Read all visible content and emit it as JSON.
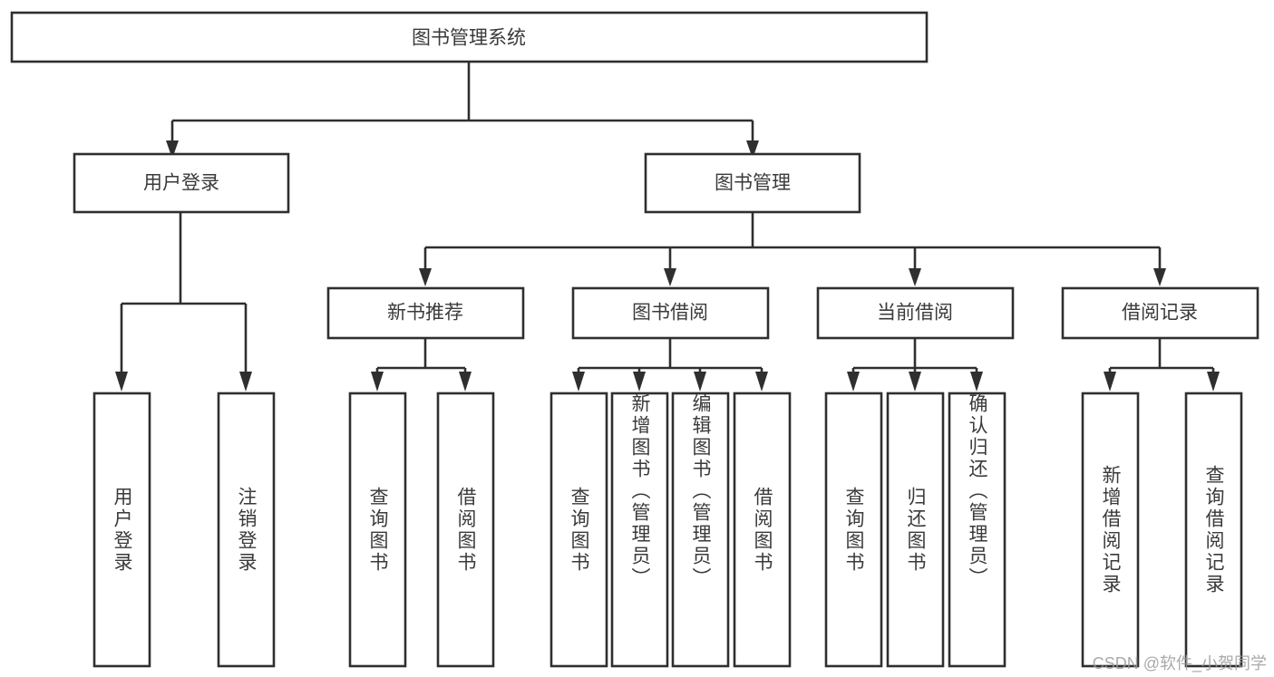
{
  "diagram": {
    "type": "tree",
    "title_node": {
      "label": "图书管理系统"
    },
    "level1": [
      {
        "id": "user-login",
        "label": "用户登录"
      },
      {
        "id": "book-manage",
        "label": "图书管理"
      }
    ],
    "level2": [
      {
        "id": "new-book-recommend",
        "label": "新书推荐",
        "parent": "book-manage"
      },
      {
        "id": "book-borrow",
        "label": "图书借阅",
        "parent": "book-manage"
      },
      {
        "id": "current-borrow",
        "label": "当前借阅",
        "parent": "book-manage"
      },
      {
        "id": "borrow-record",
        "label": "借阅记录",
        "parent": "book-manage"
      }
    ],
    "leaves": [
      {
        "id": "leaf-user-login",
        "label": "用户登录",
        "parent": "user-login"
      },
      {
        "id": "leaf-user-logout",
        "label": "注销登录",
        "parent": "user-login"
      },
      {
        "id": "leaf-query-book-1",
        "label": "查询图书",
        "parent": "new-book-recommend"
      },
      {
        "id": "leaf-borrow-book-1",
        "label": "借阅图书",
        "parent": "new-book-recommend"
      },
      {
        "id": "leaf-query-book-2",
        "label": "查询图书",
        "parent": "book-borrow"
      },
      {
        "id": "leaf-add-book",
        "label": "新增图书（管理员）",
        "parent": "book-borrow"
      },
      {
        "id": "leaf-edit-book",
        "label": "编辑图书（管理员）",
        "parent": "book-borrow"
      },
      {
        "id": "leaf-borrow-book-2",
        "label": "借阅图书",
        "parent": "book-borrow"
      },
      {
        "id": "leaf-query-book-3",
        "label": "查询图书",
        "parent": "current-borrow"
      },
      {
        "id": "leaf-return-book",
        "label": "归还图书",
        "parent": "current-borrow"
      },
      {
        "id": "leaf-confirm-return",
        "label": "确认归还（管理员）",
        "parent": "current-borrow"
      },
      {
        "id": "leaf-add-record",
        "label": "新增借阅记录",
        "parent": "borrow-record"
      },
      {
        "id": "leaf-query-record",
        "label": "查询借阅记录",
        "parent": "borrow-record"
      }
    ],
    "colors": {
      "stroke": "#2f2f2f",
      "fill": "#ffffff",
      "text": "#3a3a3a",
      "watermark": "#9b9b9b"
    }
  },
  "watermark": {
    "text": "CSDN @软件_小贺同学"
  }
}
